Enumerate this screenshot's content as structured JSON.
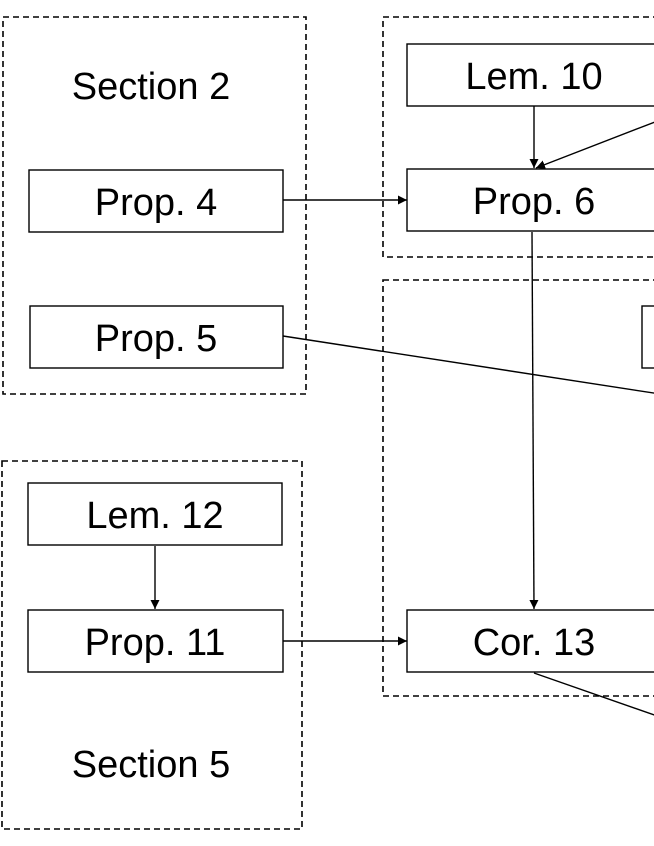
{
  "diagram": {
    "sections": {
      "section_2": {
        "label": "Section 2"
      },
      "section_5": {
        "label": "Section 5"
      }
    },
    "nodes": {
      "lem_10": "Lem. 10",
      "prop_4": "Prop. 4",
      "prop_6": "Prop. 6",
      "prop_5": "Prop. 5",
      "lem_12": "Lem. 12",
      "prop_11": "Prop. 11",
      "cor_13": "Cor. 13"
    },
    "edges": [
      {
        "from": "lem_10",
        "to": "prop_6"
      },
      {
        "from": "prop_4",
        "to": "prop_6"
      },
      {
        "from": "prop_6",
        "to": "cor_13"
      },
      {
        "from": "lem_12",
        "to": "prop_11"
      },
      {
        "from": "prop_11",
        "to": "cor_13"
      }
    ]
  }
}
